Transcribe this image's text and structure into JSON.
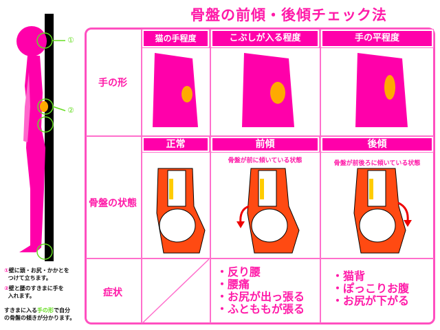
{
  "title": "骨盤の前傾・後傾チェック法",
  "row_labels": {
    "hand": "手の形",
    "pelvis": "骨盤の状態",
    "symptoms": "症状"
  },
  "hand_headers": [
    "猫の手程度",
    "こぶしが入る程度",
    "手の平程度"
  ],
  "pelvis_headers": [
    "正常",
    "前傾",
    "後傾"
  ],
  "pelvis_captions": {
    "anterior": "骨盤が前に傾いている状態",
    "posterior": "骨盤が前後ろに傾いている状態"
  },
  "symptoms": {
    "anterior": [
      "・反り腰",
      "・腰痛",
      "・お尻が出っ張る",
      "・ふとももが張る"
    ],
    "posterior": [
      "・猫背",
      "・ぽっこりお腹",
      "・お尻が下がる"
    ]
  },
  "figure_markers": [
    "①",
    "②"
  ],
  "notes": {
    "n1_mark": "①",
    "n1": "壁に頭・お尻・かかとを",
    "n1b": "つけて立ちます。",
    "n2_mark": "②",
    "n2": "壁と腰のすきまに手を",
    "n2b": "入れます。",
    "n3a": "すきまに入る",
    "n3_hl": "手の形",
    "n3b": "で自分",
    "n3c": "の骨盤の傾きが分かります。"
  },
  "colors": {
    "accent": "#ff00aa",
    "bone_bg": "#ff4a12",
    "marker": "#66dd22"
  }
}
